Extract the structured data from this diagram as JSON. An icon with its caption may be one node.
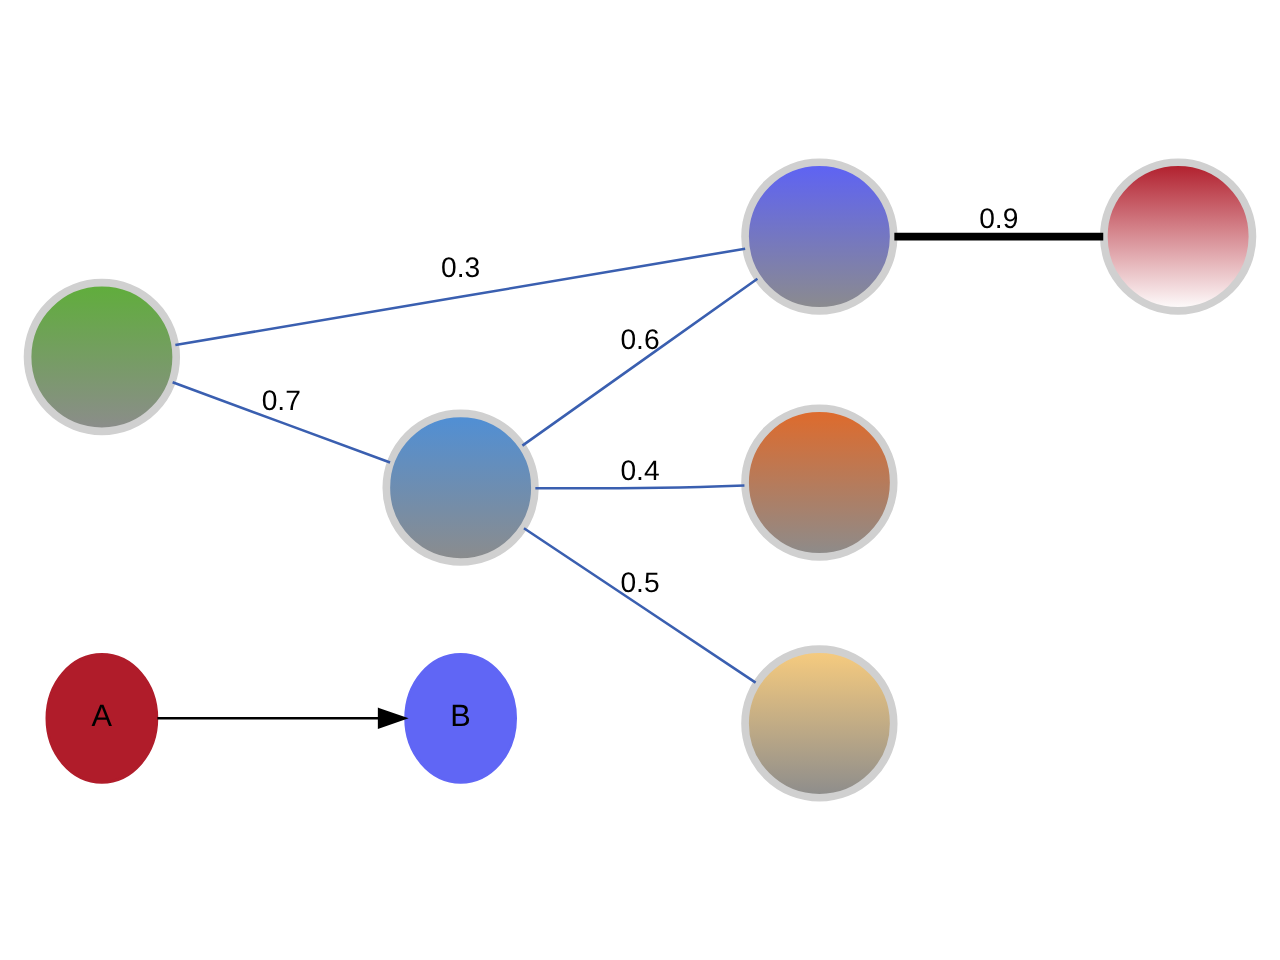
{
  "diagram": {
    "nodes": [
      {
        "text": [
          "A"
        ]
      },
      {
        "text": [
          "B"
        ]
      },
      {
        "text": [],
        "shape": "person"
      },
      {
        "text": [],
        "shape": "person"
      },
      {
        "text": [],
        "shape": "person"
      },
      {
        "text": [],
        "shape": "person"
      },
      {
        "text": [],
        "shape": "person"
      },
      {
        "text": [],
        "shape": "person"
      }
    ],
    "edges": [
      {
        "from": 0,
        "to": 1,
        "arrow": "to",
        "color": "#000000"
      },
      {
        "from": 2,
        "to": 3,
        "arrow": "none",
        "label": "0.3"
      },
      {
        "from": 2,
        "to": 5,
        "arrow": "none",
        "label": "0.7"
      },
      {
        "from": 5,
        "to": 3,
        "arrow": "none",
        "label": "0.6"
      },
      {
        "from": 3,
        "to": 4,
        "arrow": "none",
        "label": "0.9",
        "style": "thick",
        "color": "#000000"
      },
      {
        "from": 5,
        "to": 6,
        "arrow": "none",
        "label": "0.4"
      },
      {
        "from": 5,
        "to": 7,
        "arrow": "none",
        "label": "0.5"
      }
    ]
  }
}
